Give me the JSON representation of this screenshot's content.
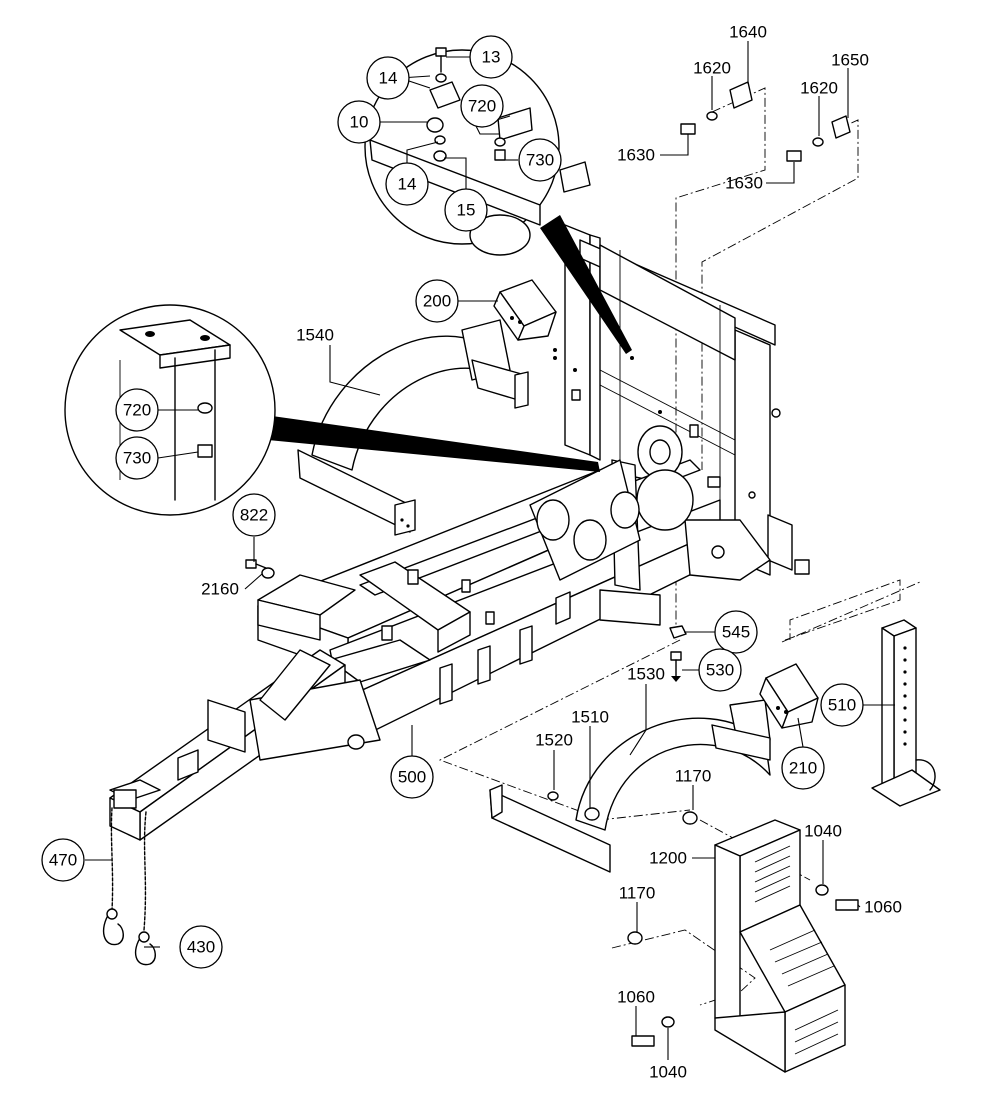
{
  "callouts": [
    {
      "id": "13",
      "label": "13"
    },
    {
      "id": "14a",
      "label": "14"
    },
    {
      "id": "10",
      "label": "10"
    },
    {
      "id": "720a",
      "label": "720"
    },
    {
      "id": "730a",
      "label": "730"
    },
    {
      "id": "14b",
      "label": "14"
    },
    {
      "id": "15",
      "label": "15"
    },
    {
      "id": "200",
      "label": "200"
    },
    {
      "id": "720b",
      "label": "720"
    },
    {
      "id": "730b",
      "label": "730"
    },
    {
      "id": "822",
      "label": "822"
    },
    {
      "id": "545",
      "label": "545"
    },
    {
      "id": "530",
      "label": "530"
    },
    {
      "id": "510",
      "label": "510"
    },
    {
      "id": "210",
      "label": "210"
    },
    {
      "id": "500",
      "label": "500"
    },
    {
      "id": "470",
      "label": "470"
    },
    {
      "id": "430",
      "label": "430"
    }
  ],
  "labels": [
    {
      "id": "1640",
      "label": "1640"
    },
    {
      "id": "1620a",
      "label": "1620"
    },
    {
      "id": "1650",
      "label": "1650"
    },
    {
      "id": "1620b",
      "label": "1620"
    },
    {
      "id": "1630a",
      "label": "1630"
    },
    {
      "id": "1630b",
      "label": "1630"
    },
    {
      "id": "1540",
      "label": "1540"
    },
    {
      "id": "2160",
      "label": "2160"
    },
    {
      "id": "1530",
      "label": "1530"
    },
    {
      "id": "1520",
      "label": "1520"
    },
    {
      "id": "1510",
      "label": "1510"
    },
    {
      "id": "1170a",
      "label": "1170"
    },
    {
      "id": "1040a",
      "label": "1040"
    },
    {
      "id": "1200",
      "label": "1200"
    },
    {
      "id": "1060a",
      "label": "1060"
    },
    {
      "id": "1170b",
      "label": "1170"
    },
    {
      "id": "1060b",
      "label": "1060"
    },
    {
      "id": "1040b",
      "label": "1040"
    }
  ]
}
